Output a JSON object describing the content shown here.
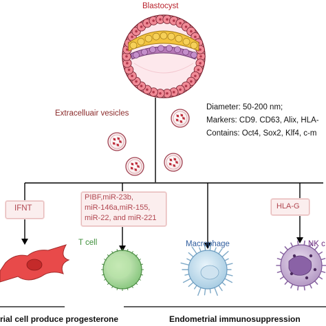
{
  "title": "Blastocyst",
  "ev_label": "Extracelluair vesicles",
  "ev_info": [
    "Diameter: 50-200 nm;",
    "Markers: CD9. CD63, Alix, HLA-",
    "Contains: Oct4, Sox2, Klf4, c-m"
  ],
  "ifnt_label": "IFNT",
  "cargo_lines": [
    "PIBF,miR-23b,",
    "miR-146a,miR-155,",
    "miR-22, and miR-221"
  ],
  "hlag_label": "HLA-G",
  "cells": {
    "tcell": "T cell",
    "macrophage": "Macrophage",
    "nk": "NK c"
  },
  "bottom_left": "rial cell produce progesterone",
  "bottom_right": "Endometrial immunosuppression",
  "colors": {
    "title": "#b8222c",
    "ev_label": "#8a2a2a",
    "cargo": "#b0454f",
    "tcell": "#3e8f3a",
    "macrophage": "#2f5d9e",
    "nk": "#6b2a7e",
    "arrow": "#000000"
  }
}
